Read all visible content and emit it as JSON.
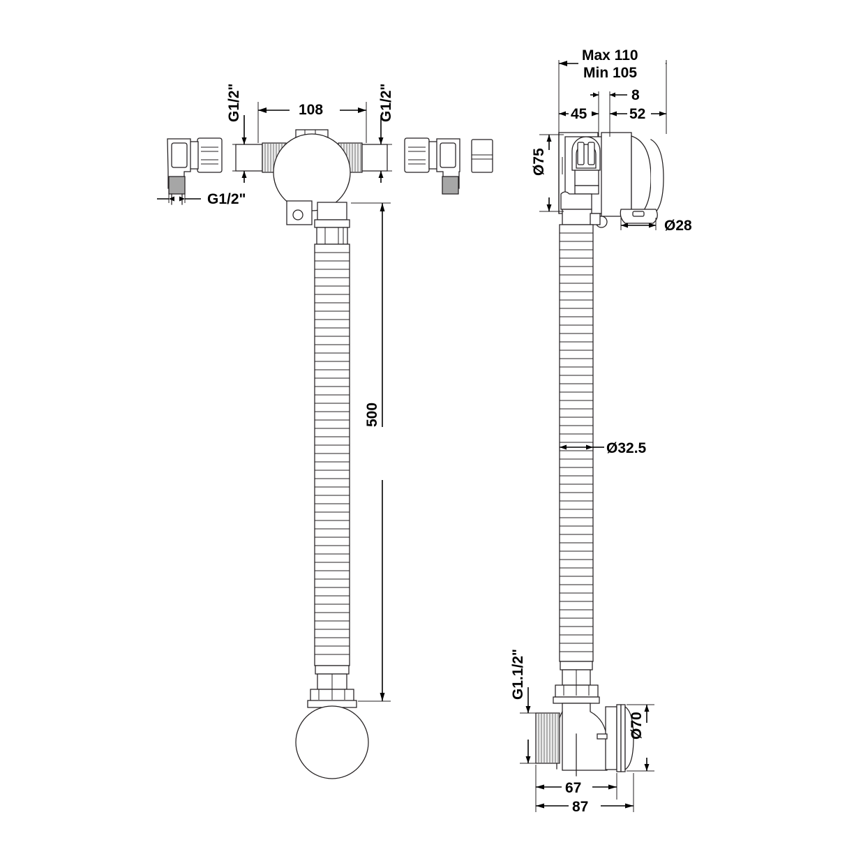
{
  "document": {
    "type": "technical-drawing",
    "title": "Thermostatic valve and flexible hose assembly dimensional drawing",
    "background_color": "#ffffff",
    "line_color": "#231f20",
    "text_color": "#000000",
    "units": "mm"
  },
  "views": {
    "front": {
      "name": "front-elevation-view",
      "parts": [
        {
          "name": "elbow-fitting-left",
          "kind": "compression-elbow"
        },
        {
          "name": "valve-body",
          "kind": "thermostatic-cartridge-body"
        },
        {
          "name": "elbow-fitting-right",
          "kind": "compression-elbow"
        },
        {
          "name": "cap-nut",
          "kind": "blanking-cap"
        },
        {
          "name": "flexible-hose",
          "kind": "corrugated-bellows-hose"
        },
        {
          "name": "hose-collar",
          "kind": "threaded-collar"
        },
        {
          "name": "outlet-flange",
          "kind": "flange-nut"
        },
        {
          "name": "outlet-disc",
          "kind": "circular-outlet"
        }
      ]
    },
    "side": {
      "name": "side-elevation-view",
      "parts": [
        {
          "name": "wall-plate",
          "kind": "back-plate"
        },
        {
          "name": "control-head",
          "kind": "valve-head"
        },
        {
          "name": "flexible-hose",
          "kind": "corrugated-bellows-hose"
        },
        {
          "name": "waste-outlet-body",
          "kind": "angled-outlet-body"
        },
        {
          "name": "outlet-flange",
          "kind": "flange-disc"
        }
      ]
    }
  },
  "dimensions": {
    "front": [
      {
        "id": "d-108",
        "label": "108",
        "orientation": "horizontal",
        "kind": "linear"
      },
      {
        "id": "d-g12-left-top",
        "label": "G1/2\"",
        "orientation": "vertical",
        "kind": "thread"
      },
      {
        "id": "d-g12-right-top",
        "label": "G1/2\"",
        "orientation": "vertical",
        "kind": "thread"
      },
      {
        "id": "d-g12-elbow",
        "label": "G1/2\"",
        "orientation": "horizontal",
        "kind": "thread"
      },
      {
        "id": "d-500",
        "label": "500",
        "orientation": "vertical",
        "kind": "linear"
      }
    ],
    "side": [
      {
        "id": "d-max110",
        "label": "Max 110",
        "orientation": "horizontal",
        "kind": "linear"
      },
      {
        "id": "d-min105",
        "label": "Min 105",
        "orientation": "horizontal",
        "kind": "linear"
      },
      {
        "id": "d-45",
        "label": "45",
        "orientation": "horizontal",
        "kind": "linear"
      },
      {
        "id": "d-8",
        "label": "8",
        "orientation": "horizontal",
        "kind": "linear"
      },
      {
        "id": "d-52",
        "label": "52",
        "orientation": "horizontal",
        "kind": "linear"
      },
      {
        "id": "d-dia75",
        "label": "Ø75",
        "orientation": "vertical",
        "kind": "diameter"
      },
      {
        "id": "d-dia28",
        "label": "Ø28",
        "orientation": "horizontal",
        "kind": "diameter"
      },
      {
        "id": "d-dia325",
        "label": "Ø32.5",
        "orientation": "horizontal",
        "kind": "diameter"
      },
      {
        "id": "d-g112",
        "label": "G1.1/2\"",
        "orientation": "vertical",
        "kind": "thread"
      },
      {
        "id": "d-dia70",
        "label": "Ø70",
        "orientation": "vertical",
        "kind": "diameter"
      },
      {
        "id": "d-67",
        "label": "67",
        "orientation": "horizontal",
        "kind": "linear"
      },
      {
        "id": "d-87",
        "label": "87",
        "orientation": "horizontal",
        "kind": "linear"
      }
    ]
  }
}
